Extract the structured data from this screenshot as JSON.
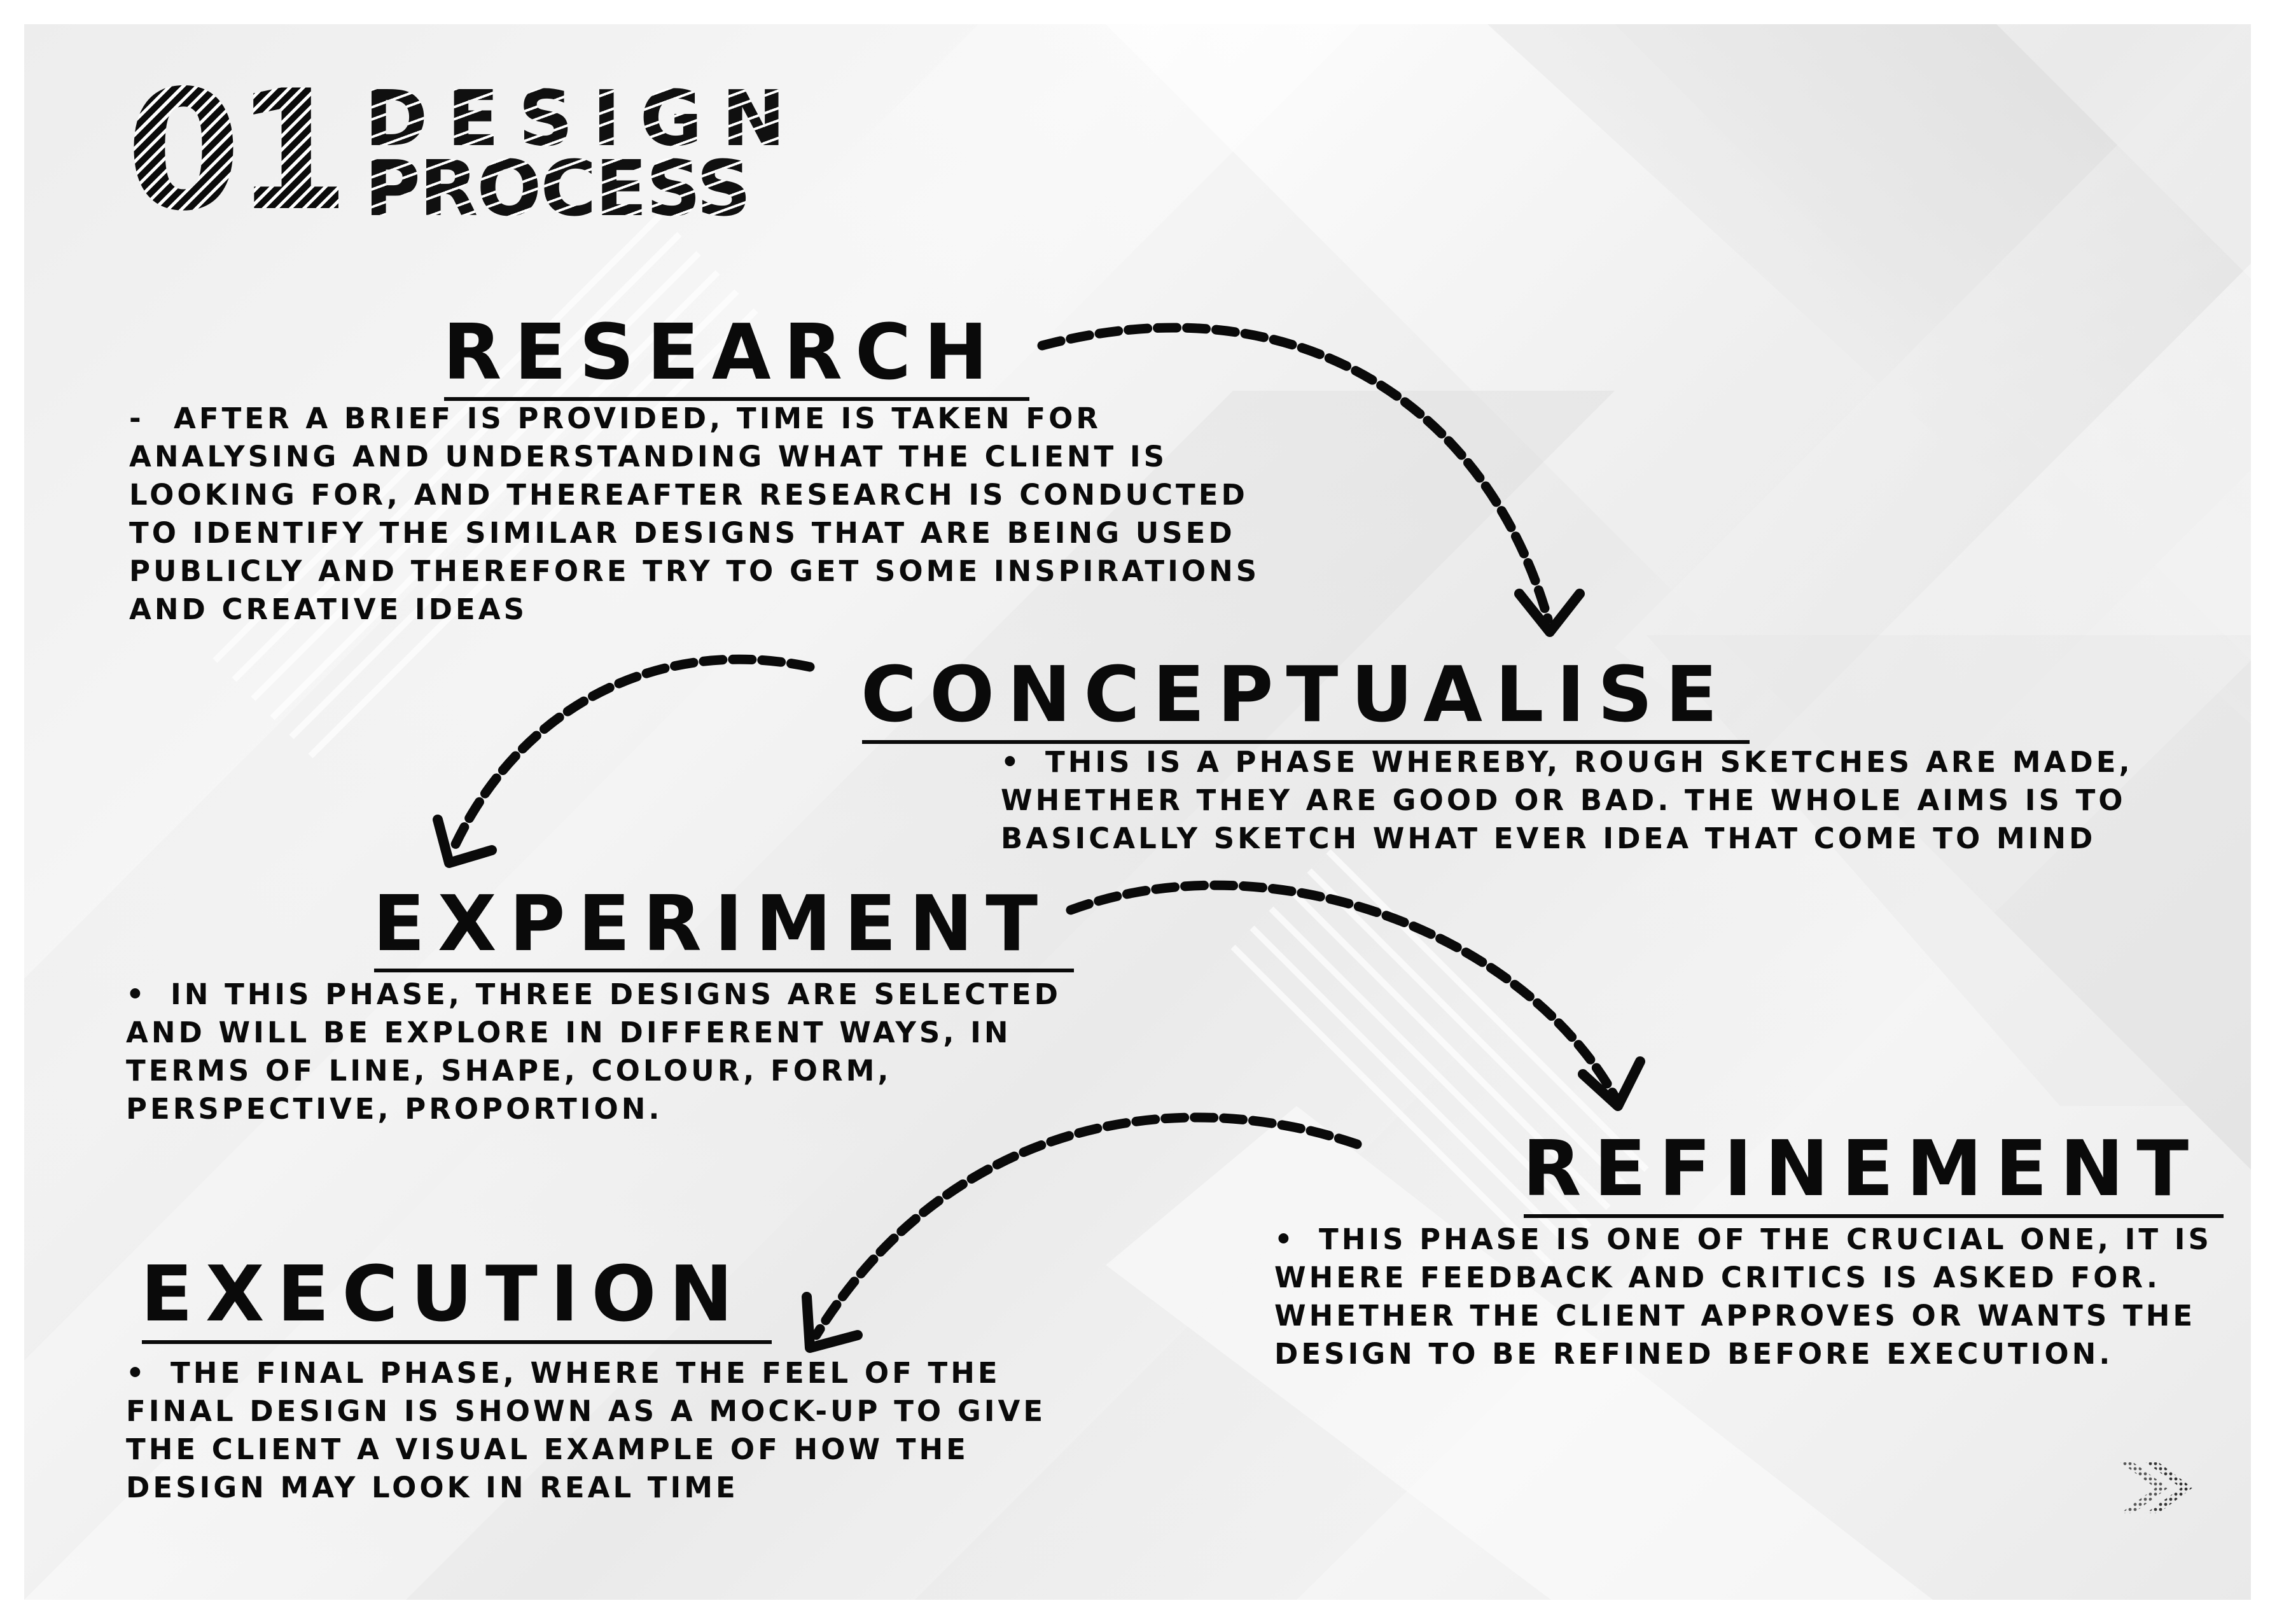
{
  "title": {
    "number": "01",
    "line1": "DESIGN",
    "line2": "PROCESS"
  },
  "sections": {
    "research": {
      "heading": "RESEARCH",
      "bullet": "-",
      "text": "AFTER A BRIEF IS PROVIDED, TIME IS TAKEN FOR ANALYSING AND UNDERSTANDING WHAT THE CLIENT IS LOOKING FOR, AND THEREAFTER RESEARCH IS CONDUCTED TO IDENTIFY THE SIMILAR DESIGNS THAT ARE BEING USED PUBLICLY AND THEREFORE TRY TO GET SOME INSPIRATIONS AND CREATIVE IDEAS"
    },
    "conceptualise": {
      "heading": "CONCEPTUALISE",
      "bullet": "•",
      "text": "THIS IS A PHASE WHEREBY, ROUGH SKETCHES ARE MADE, WHETHER THEY ARE GOOD OR BAD. THE WHOLE AIMS IS TO BASICALLY SKETCH WHAT EVER IDEA THAT COME TO MIND"
    },
    "experiment": {
      "heading": "EXPERIMENT",
      "bullet": "•",
      "text": "IN THIS PHASE, THREE DESIGNS ARE SELECTED AND WILL BE EXPLORE IN DIFFERENT WAYS, IN TERMS OF LINE, SHAPE, COLOUR, FORM, PERSPECTIVE, PROPORTION."
    },
    "refinement": {
      "heading": "REFINEMENT",
      "bullet": "•",
      "text": "THIS PHASE IS ONE OF THE CRUCIAL ONE, IT IS WHERE FEEDBACK AND CRITICS IS ASKED FOR. WHETHER THE CLIENT APPROVES OR WANTS THE DESIGN TO BE REFINED BEFORE EXECUTION."
    },
    "execution": {
      "heading": "EXECUTION",
      "bullet": "•",
      "text": "THE FINAL PHASE, WHERE THE FEEL OF THE FINAL DESIGN IS SHOWN AS A MOCK-UP TO GIVE THE CLIENT A VISUAL EXAMPLE OF HOW THE DESIGN MAY LOOK IN REAL TIME"
    }
  },
  "icons": {
    "next": "chevron-right-icon"
  },
  "colors": {
    "ink": "#0a0a0a",
    "background": "#efefef"
  }
}
